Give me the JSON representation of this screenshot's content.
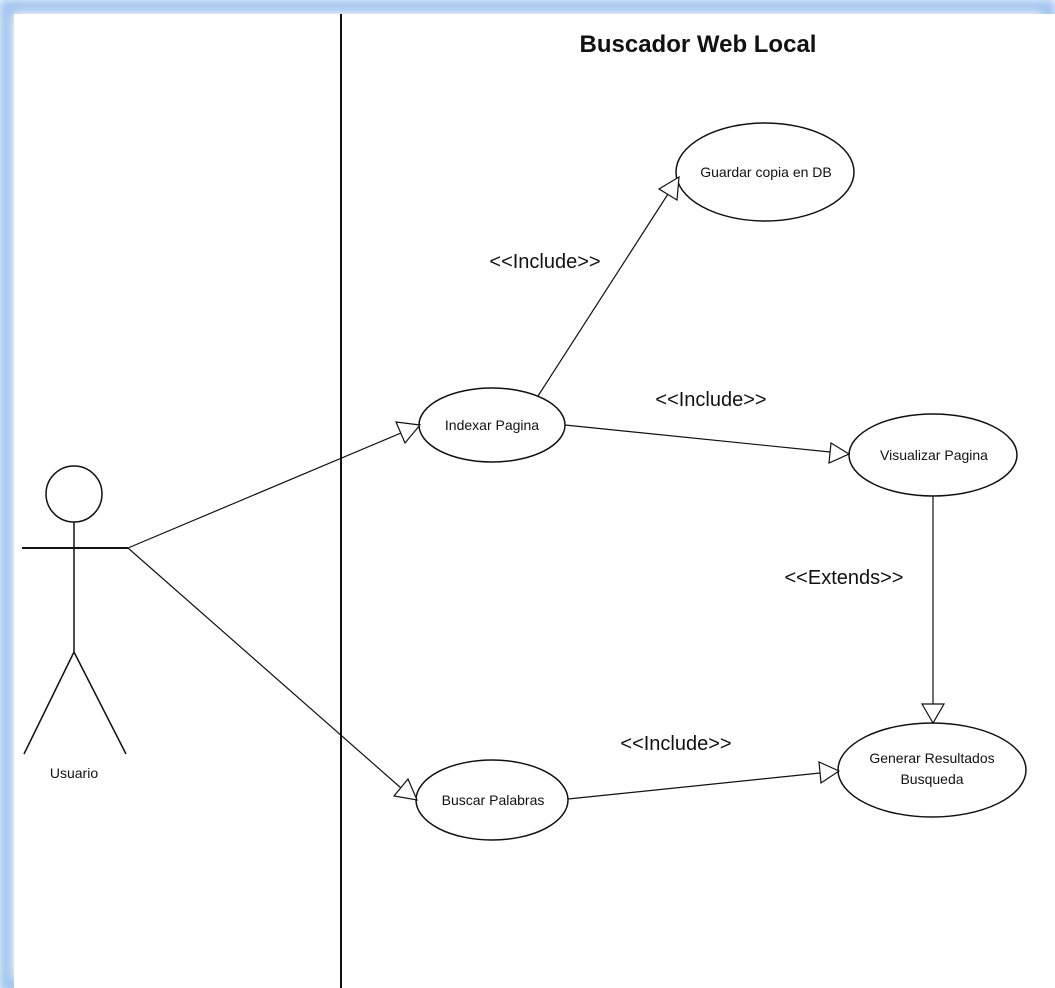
{
  "diagram": {
    "title": "Buscador Web Local",
    "actor": {
      "name": "Usuario"
    },
    "use_cases": {
      "guardar": "Guardar copia en DB",
      "indexar": "Indexar Pagina",
      "visualizar": "Visualizar Pagina",
      "buscar": "Buscar Palabras",
      "generar_line1": "Generar Resultados",
      "generar_line2": "Busqueda"
    },
    "relations": {
      "include_guardar": "<<Include>>",
      "include_visualizar": "<<Include>>",
      "extends_generar": "<<Extends>>",
      "include_generar": "<<Include>>"
    }
  },
  "colors": {
    "frame_glow": "#9dc3ee",
    "line": "#111111",
    "background": "#ffffff"
  }
}
